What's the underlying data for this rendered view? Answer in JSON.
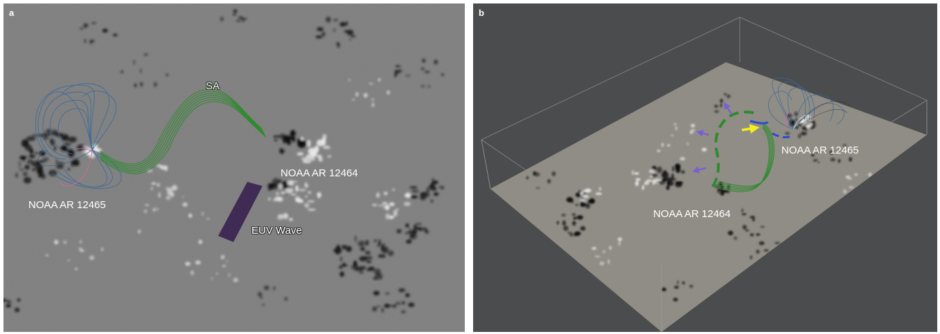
{
  "panels": [
    {
      "letter": "a",
      "labels": {
        "ar_west": "NOAA AR 12465",
        "ar_east": "NOAA AR 12464",
        "sa": "SA",
        "euv": "EUV Wave"
      }
    },
    {
      "letter": "b",
      "labels": {
        "ar_west": "NOAA AR 12465",
        "ar_east": "NOAA AR 12464"
      }
    }
  ],
  "colors": {
    "magnetogram_bg": "#7e7e7e",
    "box_bg": "#4b4c4e",
    "field_lines_green": "#2f8a2f",
    "field_lines_blue": "#3a6a9a",
    "field_lines_pink": "#d06a9a",
    "euv_wave": "#3a2450",
    "arrow_purple": "#7a5fd0",
    "arrow_yellow": "#f0f020",
    "arrow_blue": "#2a4ad0"
  }
}
